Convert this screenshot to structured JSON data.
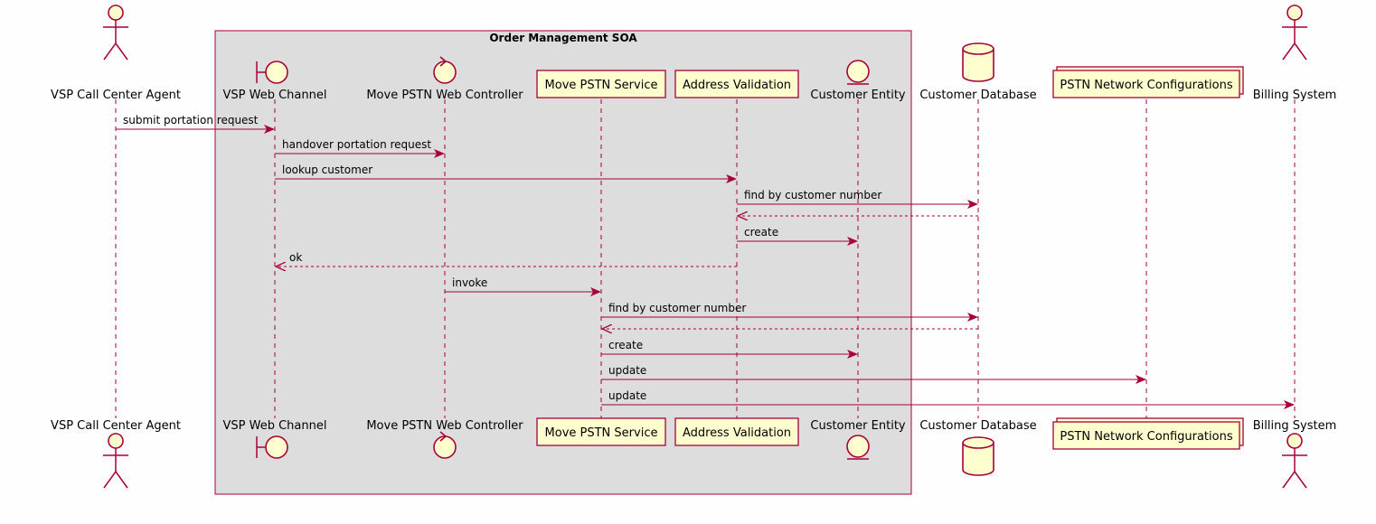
{
  "group": {
    "title": "Order Management SOA"
  },
  "participants": [
    {
      "id": "agent",
      "label": "VSP Call Center Agent",
      "kind": "actor"
    },
    {
      "id": "web",
      "label": "VSP Web Channel",
      "kind": "boundary"
    },
    {
      "id": "ctrl",
      "label": "Move PSTN Web Controller",
      "kind": "control"
    },
    {
      "id": "svc",
      "label": "Move PSTN Service",
      "kind": "participant"
    },
    {
      "id": "addr",
      "label": "Address Validation",
      "kind": "participant"
    },
    {
      "id": "cust",
      "label": "Customer Entity",
      "kind": "entity"
    },
    {
      "id": "db",
      "label": "Customer Database",
      "kind": "database"
    },
    {
      "id": "net",
      "label": "PSTN Network Configurations",
      "kind": "collections"
    },
    {
      "id": "bill",
      "label": "Billing System",
      "kind": "actor"
    }
  ],
  "messages": [
    {
      "from": "agent",
      "to": "web",
      "label": "submit portation request",
      "style": "sync"
    },
    {
      "from": "web",
      "to": "ctrl",
      "label": "handover portation request",
      "style": "sync"
    },
    {
      "from": "web",
      "to": "addr",
      "label": "lookup customer",
      "style": "sync"
    },
    {
      "from": "addr",
      "to": "db",
      "label": "find by customer number",
      "style": "sync"
    },
    {
      "from": "db",
      "to": "addr",
      "label": "",
      "style": "return"
    },
    {
      "from": "addr",
      "to": "cust",
      "label": "create",
      "style": "sync"
    },
    {
      "from": "addr",
      "to": "web",
      "label": "ok",
      "style": "return"
    },
    {
      "from": "ctrl",
      "to": "svc",
      "label": "invoke",
      "style": "sync"
    },
    {
      "from": "svc",
      "to": "db",
      "label": "find by customer number",
      "style": "sync"
    },
    {
      "from": "db",
      "to": "svc",
      "label": "",
      "style": "return"
    },
    {
      "from": "svc",
      "to": "cust",
      "label": "create",
      "style": "sync"
    },
    {
      "from": "svc",
      "to": "net",
      "label": "update",
      "style": "sync"
    },
    {
      "from": "svc",
      "to": "bill",
      "label": "update",
      "style": "sync"
    }
  ],
  "colors": {
    "line": "#a80036",
    "fill": "#fefece",
    "group_fill": "#dddddd"
  }
}
